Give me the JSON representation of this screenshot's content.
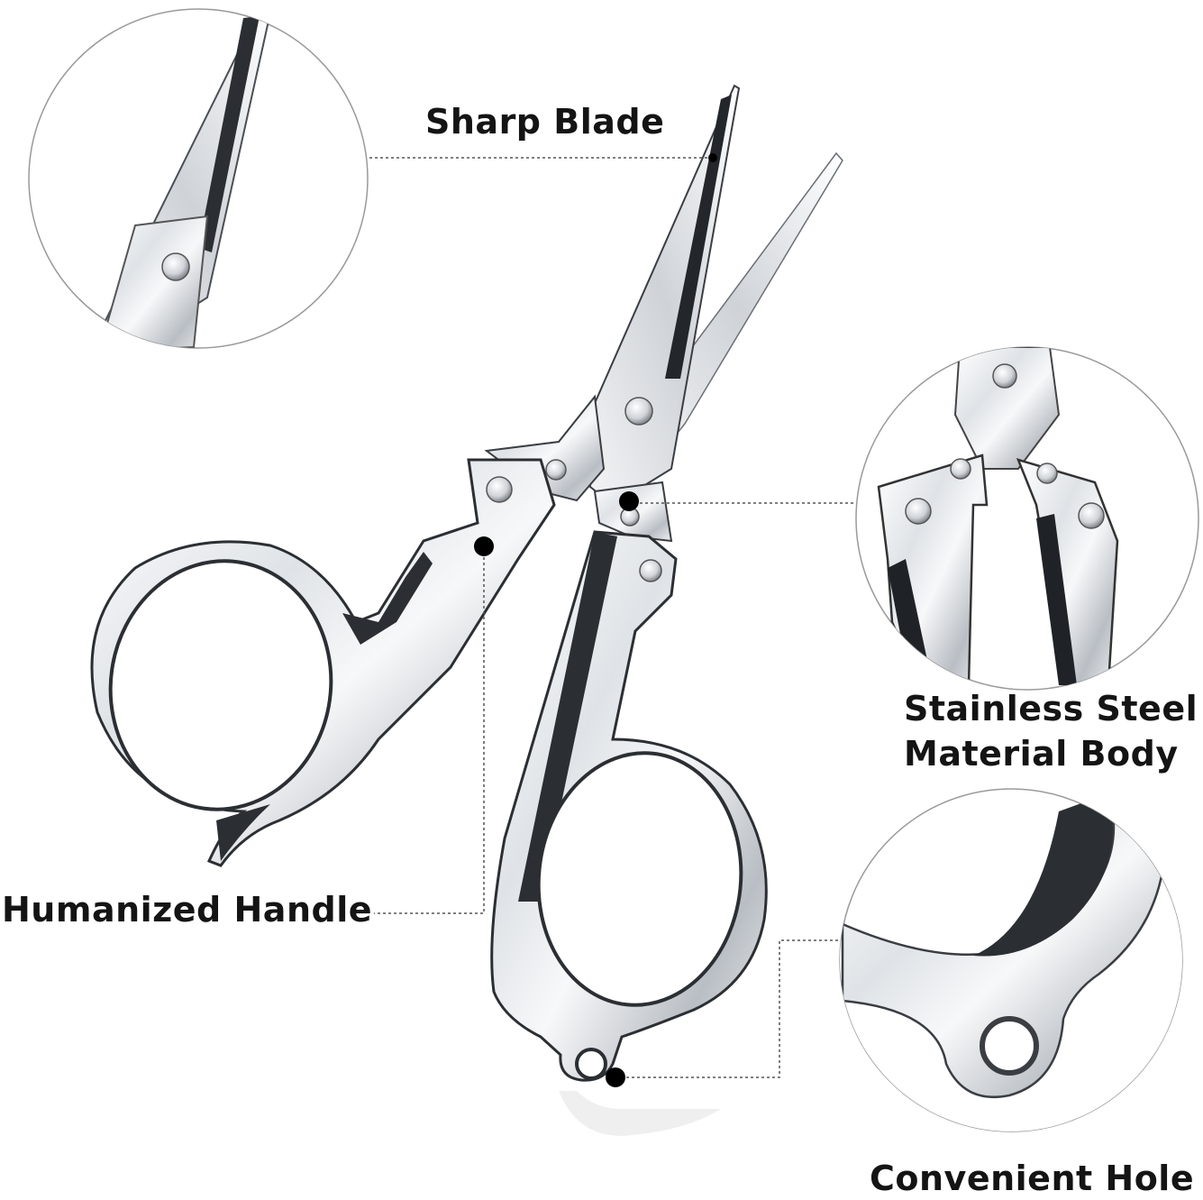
{
  "callouts": {
    "sharp_blade": "Sharp Blade",
    "steel_line1": "Stainless Steel",
    "steel_line2": "Material Body",
    "humanized_handle": "Humanized Handle",
    "convenient_hole": "Convenient Hole"
  },
  "colors": {
    "background": "#ffffff",
    "text": "#141414",
    "steel_light": "#eef0f2",
    "steel_mid": "#b9bec4",
    "steel_dark": "#2b2f33",
    "circle_stroke": "#9a9a9a",
    "leader": "#555555"
  }
}
